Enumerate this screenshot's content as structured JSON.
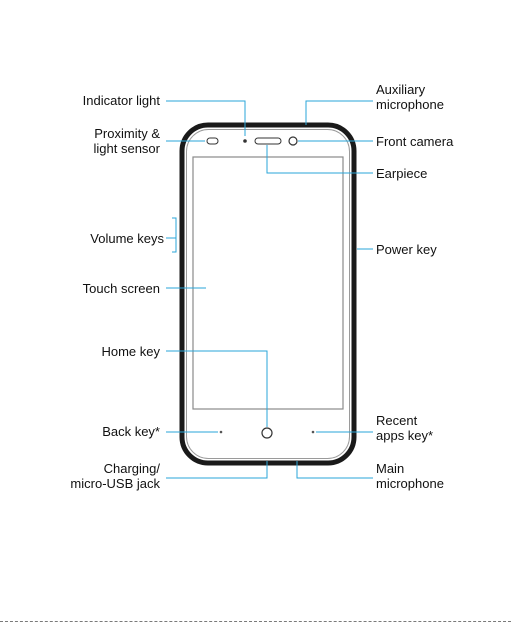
{
  "diagram": {
    "colors": {
      "leader_line": "#2aa6d8",
      "phone_body": "#1a1a1a",
      "screen_border": "#8a8a8a",
      "text": "#111111"
    },
    "labels": {
      "indicator_light": "Indicator light",
      "proximity_line1": "Proximity &",
      "proximity_line2": "light sensor",
      "volume_keys": "Volume keys",
      "touch_screen": "Touch screen",
      "home_key": "Home key",
      "back_key": "Back key*",
      "charging_line1": "Charging/",
      "charging_line2": "micro-USB jack",
      "auxiliary_line1": "Auxiliary",
      "auxiliary_line2": "microphone",
      "front_camera": "Front camera",
      "earpiece": "Earpiece",
      "power_key": "Power key",
      "recent_line1": "Recent",
      "recent_line2": "apps key*",
      "main_mic_line1": "Main",
      "main_mic_line2": "microphone"
    }
  }
}
